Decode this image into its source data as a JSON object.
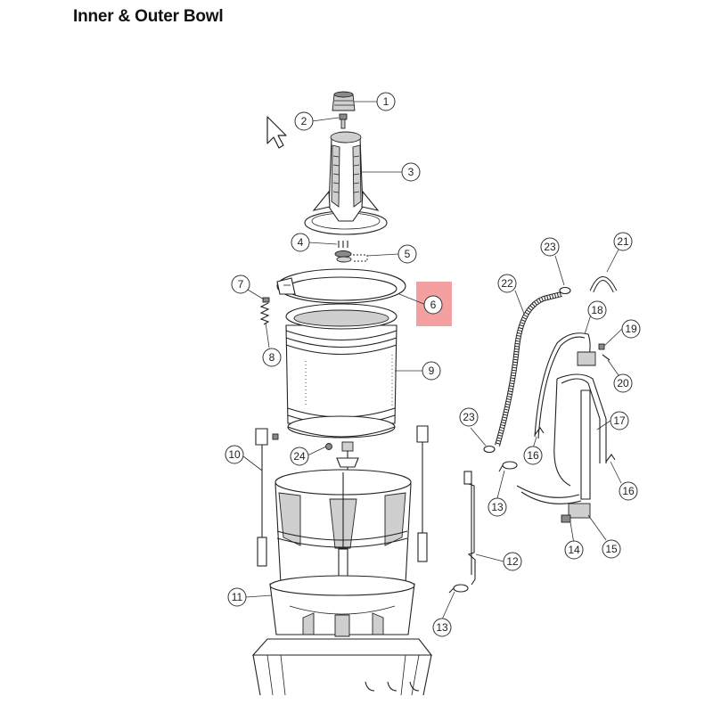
{
  "title": "Inner & Outer Bowl",
  "highlight_color": "#f4a0a0",
  "cursor_icon": "arrow-cursor-icon",
  "callouts": [
    {
      "id": "c1",
      "label": "1"
    },
    {
      "id": "c2",
      "label": "2"
    },
    {
      "id": "c3",
      "label": "3"
    },
    {
      "id": "c4",
      "label": "4"
    },
    {
      "id": "c5",
      "label": "5"
    },
    {
      "id": "c6",
      "label": "6"
    },
    {
      "id": "c7",
      "label": "7"
    },
    {
      "id": "c8",
      "label": "8"
    },
    {
      "id": "c9",
      "label": "9"
    },
    {
      "id": "c10",
      "label": "10"
    },
    {
      "id": "c11",
      "label": "11"
    },
    {
      "id": "c12",
      "label": "12"
    },
    {
      "id": "c13a",
      "label": "13"
    },
    {
      "id": "c13b",
      "label": "13"
    },
    {
      "id": "c14",
      "label": "14"
    },
    {
      "id": "c15",
      "label": "15"
    },
    {
      "id": "c16a",
      "label": "16"
    },
    {
      "id": "c16b",
      "label": "16"
    },
    {
      "id": "c17",
      "label": "17"
    },
    {
      "id": "c18",
      "label": "18"
    },
    {
      "id": "c19",
      "label": "19"
    },
    {
      "id": "c20",
      "label": "20"
    },
    {
      "id": "c21",
      "label": "21"
    },
    {
      "id": "c22",
      "label": "22"
    },
    {
      "id": "c23a",
      "label": "23"
    },
    {
      "id": "c23b",
      "label": "23"
    },
    {
      "id": "c24",
      "label": "24"
    }
  ]
}
